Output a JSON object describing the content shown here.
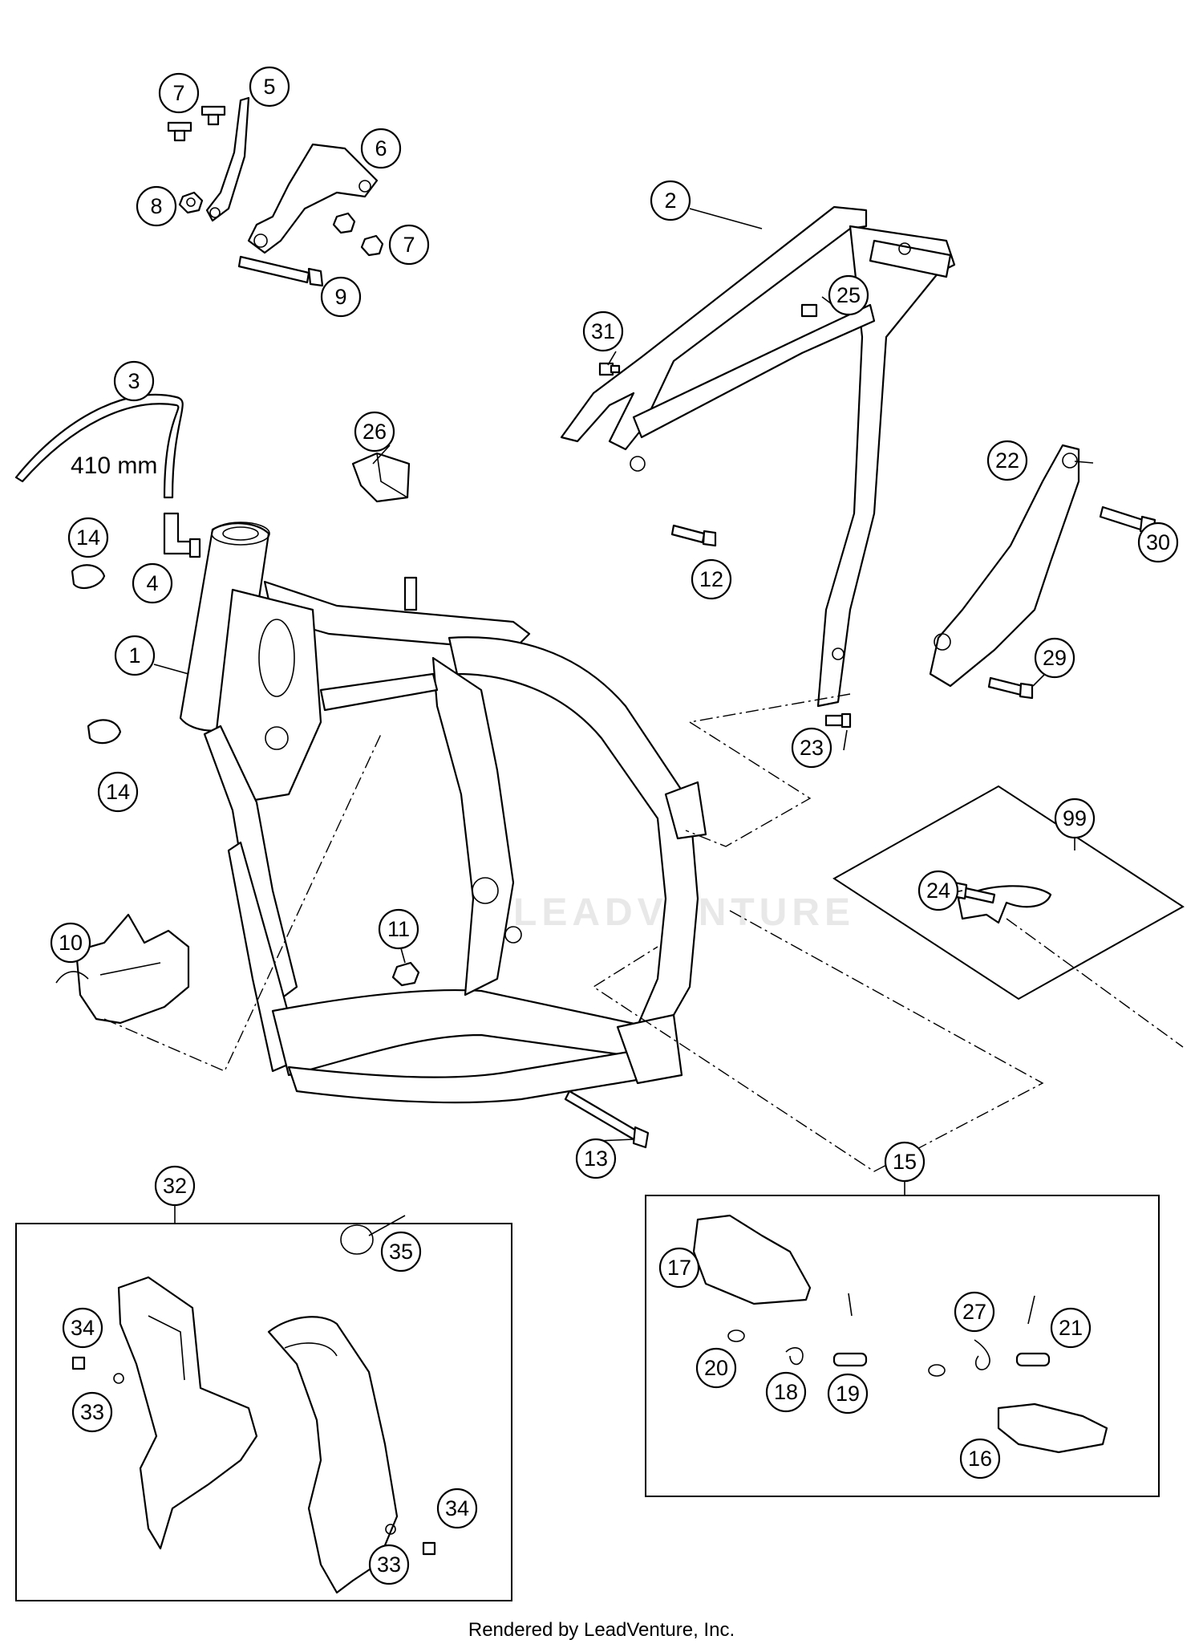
{
  "diagram": {
    "hose_length_label": "410 mm",
    "watermark": "LEADVENTURE",
    "footer": "Rendered by LeadVenture, Inc.",
    "callouts": {
      "c1": "1",
      "c2": "2",
      "c3": "3",
      "c4": "4",
      "c5": "5",
      "c6": "6",
      "c7a": "7",
      "c7b": "7",
      "c8": "8",
      "c9": "9",
      "c10": "10",
      "c11": "11",
      "c12": "12",
      "c13": "13",
      "c14a": "14",
      "c14b": "14",
      "c15": "15",
      "c16": "16",
      "c17": "17",
      "c18": "18",
      "c19": "19",
      "c20": "20",
      "c21": "21",
      "c22": "22",
      "c23": "23",
      "c24": "24",
      "c25": "25",
      "c26": "26",
      "c27": "27",
      "c29": "29",
      "c30": "30",
      "c31": "31",
      "c32": "32",
      "c33a": "33",
      "c33b": "33",
      "c34a": "34",
      "c34b": "34",
      "c35": "35",
      "c99": "99"
    }
  }
}
